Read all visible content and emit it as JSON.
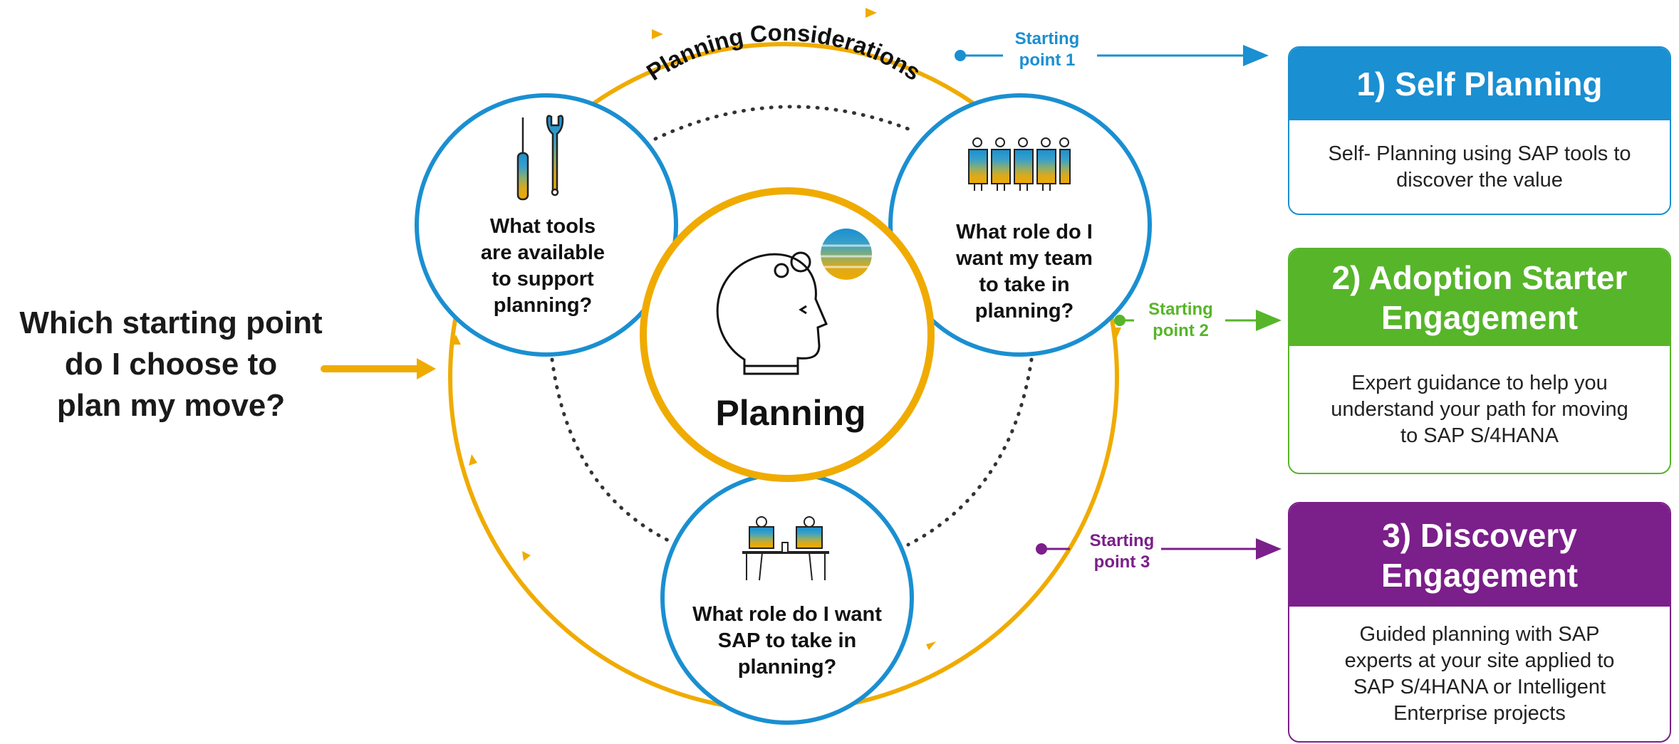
{
  "question": "Which starting point\ndo I choose to\nplan my move?",
  "arc_title": "Planning Considerations",
  "center_title": "Planning",
  "circles": {
    "top_left": "What tools\nare available\nto support\nplanning?",
    "top_right": "What role do I\nwant my team\nto take in\nplanning?",
    "bottom": "What role do I want\nSAP to take in\nplanning?"
  },
  "starting_points": [
    {
      "label": "Starting\npoint 1",
      "color": "#1a8fd1"
    },
    {
      "label": "Starting\npoint 2",
      "color": "#57b52a"
    },
    {
      "label": "Starting\npoint 3",
      "color": "#7b1f8a"
    }
  ],
  "cards": [
    {
      "title": "1) Self Planning",
      "body": "Self- Planning using SAP tools to\ndiscover the value",
      "color": "#1a8fd1"
    },
    {
      "title": "2) Adoption Starter\nEngagement",
      "body": "Expert guidance to help you\nunderstand your path for moving\nto SAP S/4HANA",
      "color": "#57b52a"
    },
    {
      "title": "3) Discovery\nEngagement",
      "body": "Guided planning with SAP\nexperts at your site applied to\nSAP S/4HANA or Intelligent\nEnterprise projects",
      "color": "#7b1f8a"
    }
  ],
  "colors": {
    "ring": "#f0ab00",
    "circle_border": "#1a8fd1",
    "dots": "#333333"
  },
  "icons": [
    "tools-icon",
    "team-icon",
    "meeting-icon",
    "head-thinking-icon",
    "color-ball-icon"
  ]
}
